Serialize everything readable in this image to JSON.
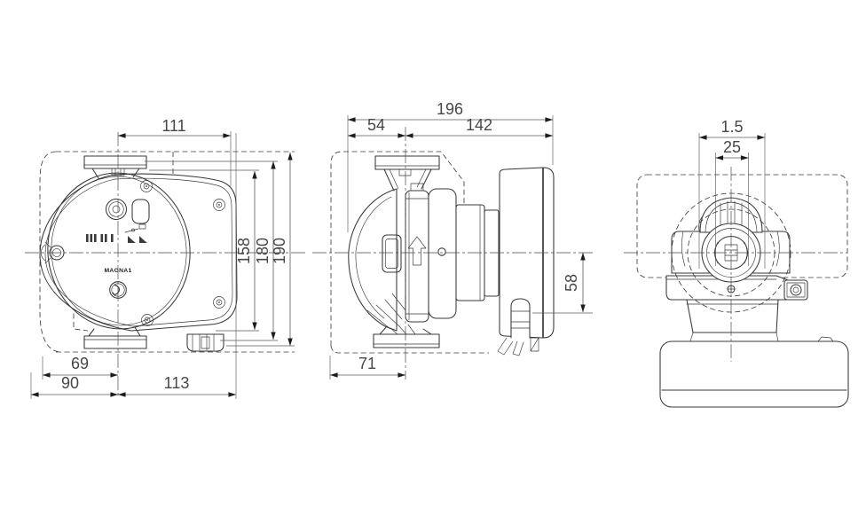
{
  "views": {
    "front": {
      "label": "MAGNA1",
      "dims": {
        "top_width": "111",
        "height_inner": "158",
        "height_mid": "180",
        "height_overall": "190",
        "foot_offset": "69",
        "left_to_center": "90",
        "center_to_right": "113"
      },
      "icons": {
        "power_button": "power-button-icon",
        "display": "display-window",
        "speed_settings": "speed-setting-bars-icon",
        "pump_curves": "pump-curve-icon",
        "logo": "grundfos-logo-icon",
        "screws": "screw-icon",
        "cable_gland": "cable-gland"
      }
    },
    "side": {
      "dims": {
        "overall_length": "196",
        "inlet_to_axis": "54",
        "axis_to_back": "142",
        "axis_to_bottom": "58",
        "inlet_depth": "71"
      },
      "icons": {
        "flow_arrow": "flow-direction-arrow-icon",
        "vent": "vent-hole-icon"
      }
    },
    "top": {
      "dims": {
        "port_thread": "1.5",
        "port_bore": "25"
      }
    }
  },
  "colors": {
    "ink": "#383838",
    "dimension": "#4a4a4a",
    "background": "#ffffff"
  }
}
